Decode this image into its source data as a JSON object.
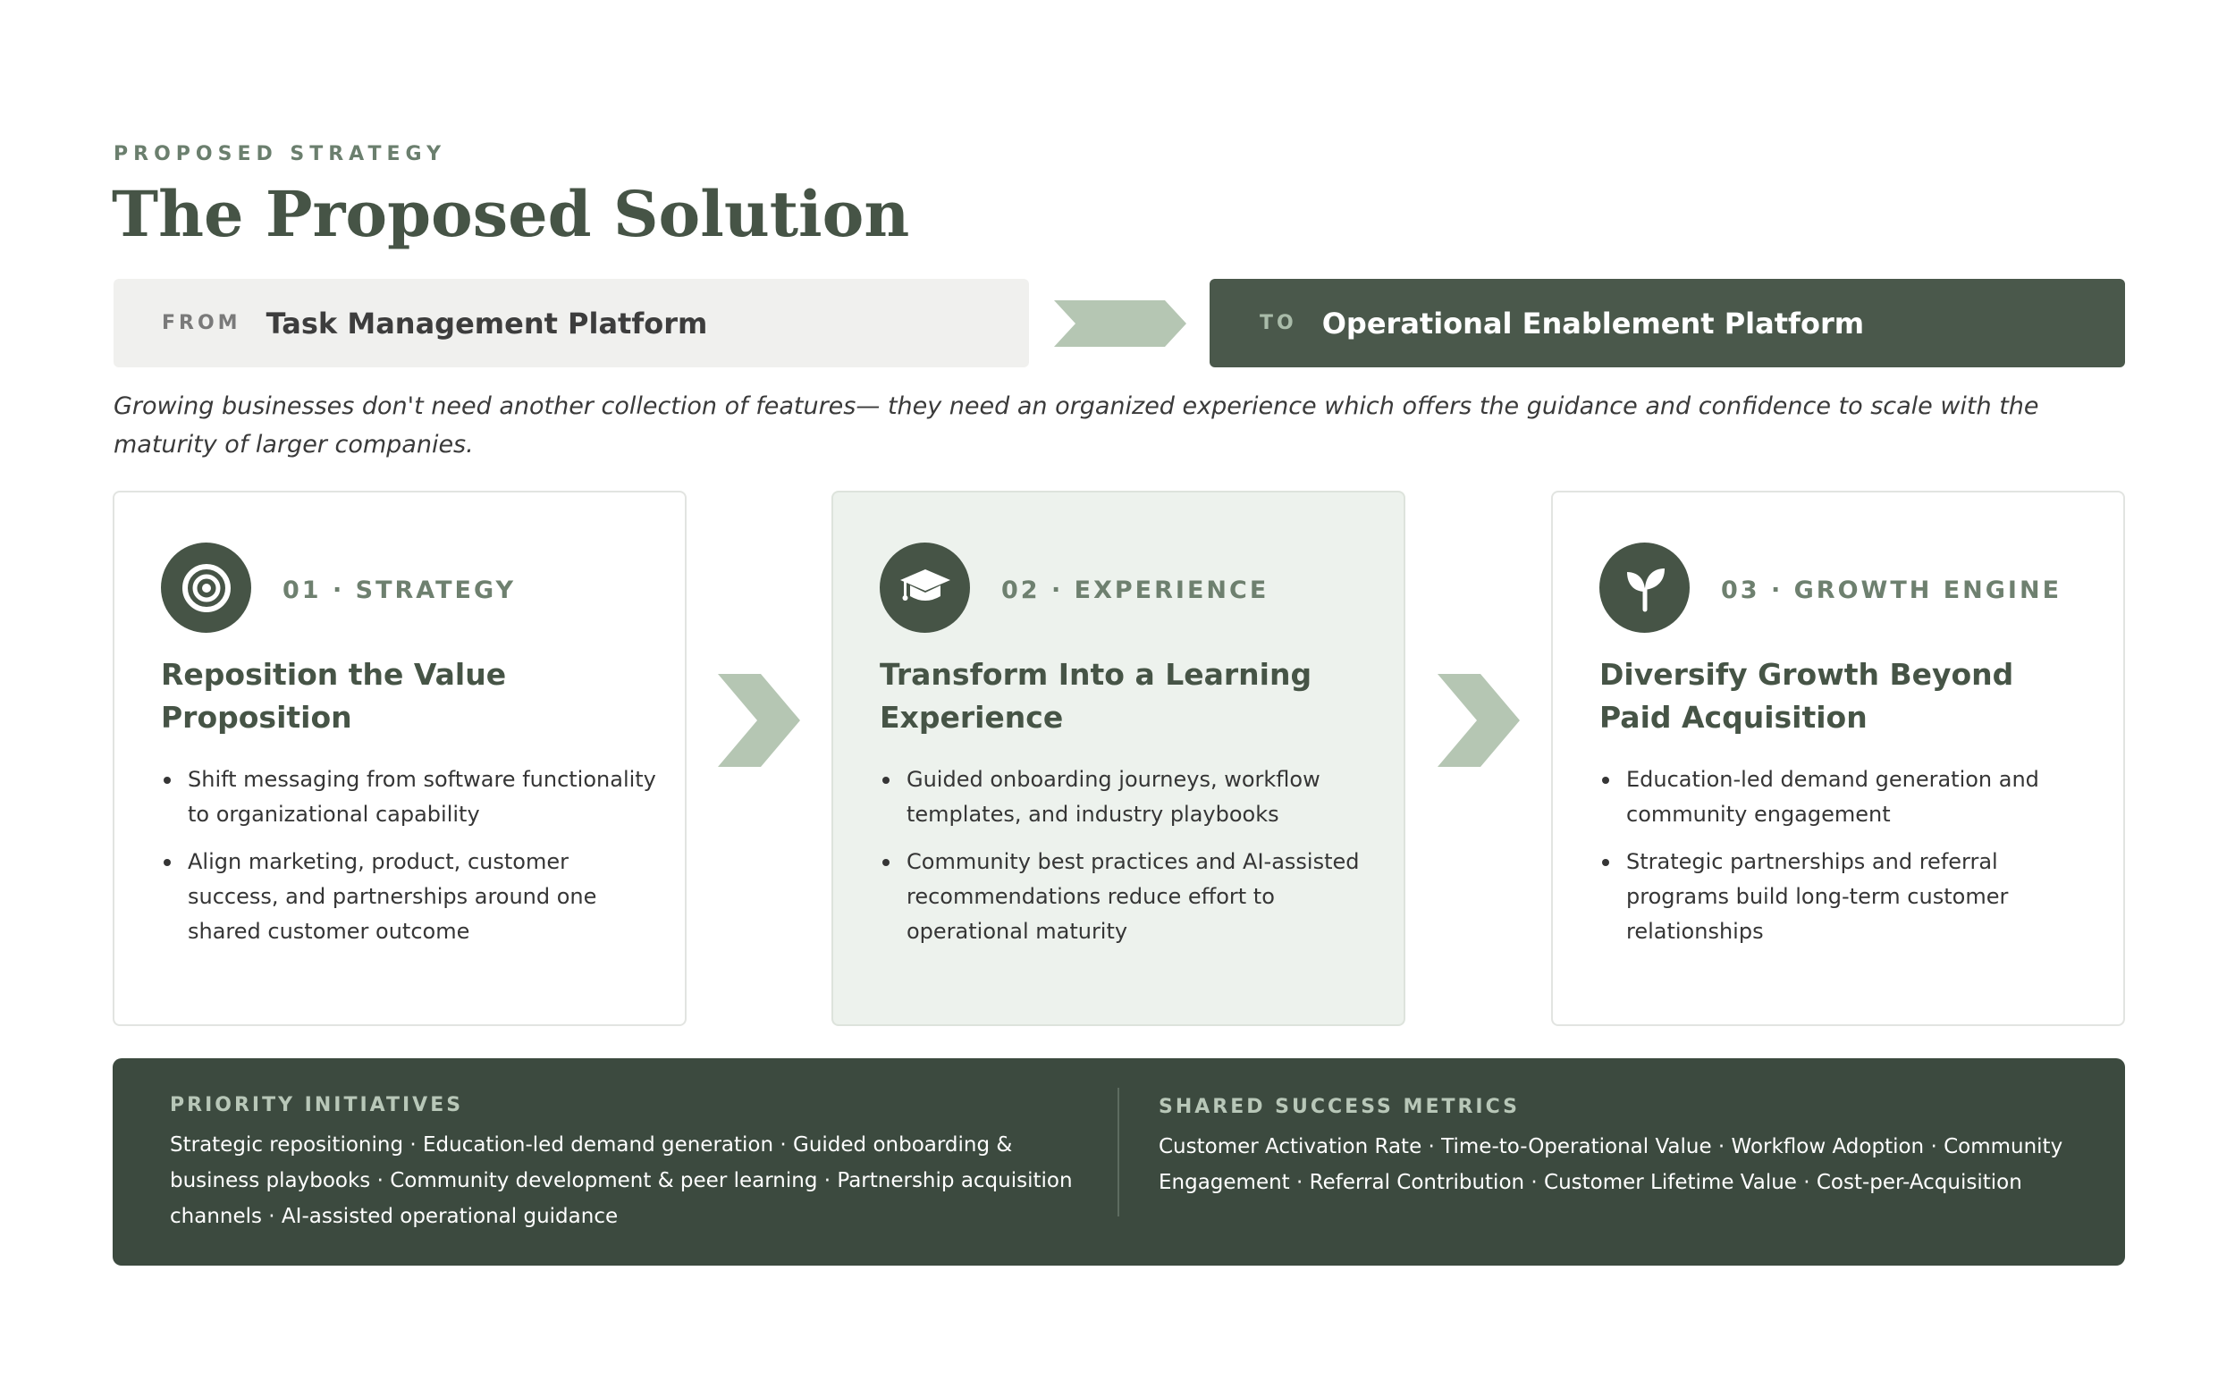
{
  "header": {
    "eyebrow": "PROPOSED STRATEGY",
    "title": "The Proposed Solution"
  },
  "transition": {
    "from_tag": "FROM",
    "from_value": "Task Management Platform",
    "to_tag": "TO",
    "to_value": "Operational Enablement Platform"
  },
  "lede": "Growing businesses don't need another collection of features— they need an organized experience which offers the guidance and confidence to scale with the maturity of larger companies.",
  "cards": [
    {
      "icon": "target-icon",
      "label": "01 · STRATEGY",
      "title": "Reposition the Value Proposition",
      "bullets": [
        "Shift messaging from software functionality to organizational capability",
        "Align marketing, product, customer success, and partnerships around one shared customer outcome"
      ]
    },
    {
      "icon": "graduation-cap-icon",
      "label": "02 · EXPERIENCE",
      "title": "Transform Into a Learning Experience",
      "bullets": [
        "Guided onboarding journeys, workflow templates, and industry playbooks",
        "Community best practices and AI-assisted recommendations reduce effort to operational maturity"
      ]
    },
    {
      "icon": "sprout-icon",
      "label": "03 · GROWTH ENGINE",
      "title": "Diversify Growth Beyond Paid Acquisition",
      "bullets": [
        "Education-led demand generation and community engagement",
        "Strategic partnerships and referral programs build long-term customer relationships"
      ]
    }
  ],
  "footer": {
    "initiatives_heading": "PRIORITY INITIATIVES",
    "initiatives_text": "Strategic repositioning · Education-led demand generation · Guided onboarding & business playbooks · Community development & peer learning · Partnership acquisition channels · AI-assisted operational guidance",
    "metrics_heading": "SHARED SUCCESS METRICS",
    "metrics_text": "Customer Activation Rate · Time-to-Operational Value · Workflow Adoption · Community Engagement · Referral Contribution · Customer Lifetime Value · Cost-per-Acquisition"
  },
  "colors": {
    "primary": "#465446",
    "accent": "#b5c6b3",
    "footer_bg": "#3c4a3f",
    "card_highlight": "#edf2ed"
  }
}
